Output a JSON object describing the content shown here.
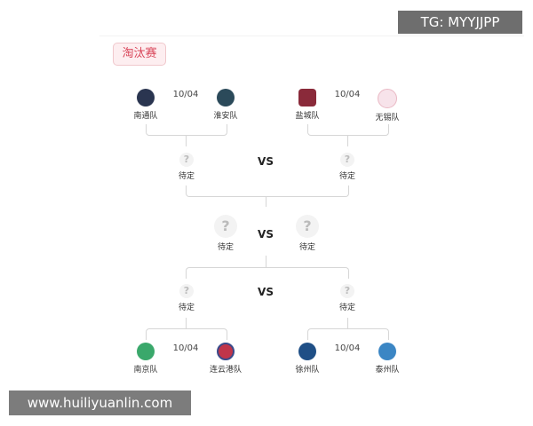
{
  "section_tag": "淘汰赛",
  "vs_label": "VS",
  "tbd_label": "待定",
  "tbd_icon": "?",
  "top_matches": [
    {
      "date": "10/04",
      "home": {
        "name": "南通队",
        "color": "#2a3550"
      },
      "away": {
        "name": "淮安队",
        "color": "#2b4a5a"
      }
    },
    {
      "date": "10/04",
      "home": {
        "name": "盐城队",
        "color": "#8a2a3a"
      },
      "away": {
        "name": "无锡队",
        "color": "#e9b8c4"
      }
    }
  ],
  "bottom_matches": [
    {
      "date": "10/04",
      "home": {
        "name": "南京队",
        "color": "#3aa86b"
      },
      "away": {
        "name": "连云港队",
        "color": "#c0354a"
      }
    },
    {
      "date": "10/04",
      "home": {
        "name": "徐州队",
        "color": "#1f4f86"
      },
      "away": {
        "name": "泰州队",
        "color": "#3b86c4"
      }
    }
  ],
  "watermarks": {
    "top": "TG: MYYJJPP",
    "bottom": "www.huiliyuanlin.com"
  }
}
